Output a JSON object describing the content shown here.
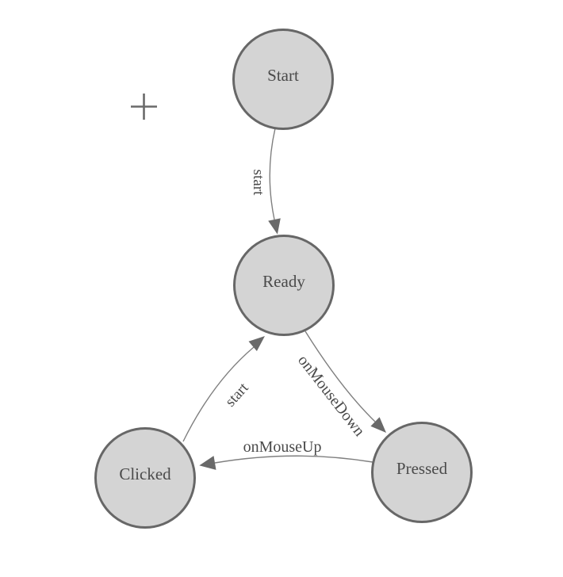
{
  "diagram": {
    "type": "state-machine",
    "nodes": [
      {
        "id": "start",
        "label": "Start"
      },
      {
        "id": "ready",
        "label": "Ready"
      },
      {
        "id": "clicked",
        "label": "Clicked"
      },
      {
        "id": "pressed",
        "label": "Pressed"
      }
    ],
    "edges": [
      {
        "from": "Start",
        "to": "Ready",
        "label": "start"
      },
      {
        "from": "Ready",
        "to": "Pressed",
        "label": "onMouseDown"
      },
      {
        "from": "Pressed",
        "to": "Clicked",
        "label": "onMouseUp"
      },
      {
        "from": "Clicked",
        "to": "Ready",
        "label": "start"
      }
    ],
    "icons": {
      "crosshair": "+"
    },
    "colors": {
      "background": "#ffffff",
      "node_fill": "#d4d4d4",
      "node_border": "#676767",
      "edge_line": "#7f7f7f",
      "arrowhead": "#696969",
      "text": "#4a4a4a",
      "crosshair": "#6a6a6a"
    }
  }
}
